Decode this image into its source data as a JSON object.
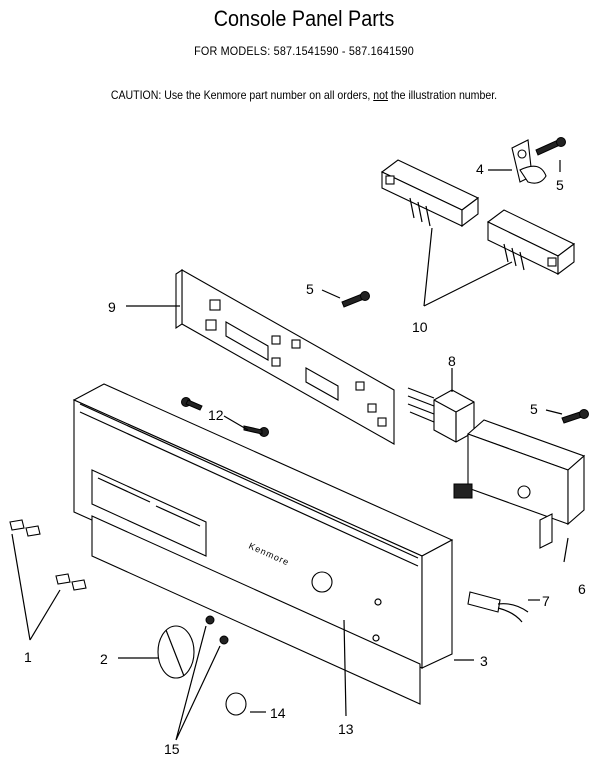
{
  "header": {
    "title": "Console Panel Parts",
    "models": "FOR MODELS:  587.1541590  -  587.1641590",
    "caution_pre": "CAUTION:  Use the Kenmore part number on all orders, ",
    "caution_not": "not",
    "caution_post": " the illustration number."
  },
  "diagram": {
    "brand_label": "Kenmore",
    "callouts": {
      "c1": "1",
      "c2": "2",
      "c3": "3",
      "c4": "4",
      "c5a": "5",
      "c5b": "5",
      "c5c": "5",
      "c6": "6",
      "c7": "7",
      "c8": "8",
      "c9": "9",
      "c10": "10",
      "c12": "12",
      "c13": "13",
      "c14": "14",
      "c15": "15"
    }
  }
}
